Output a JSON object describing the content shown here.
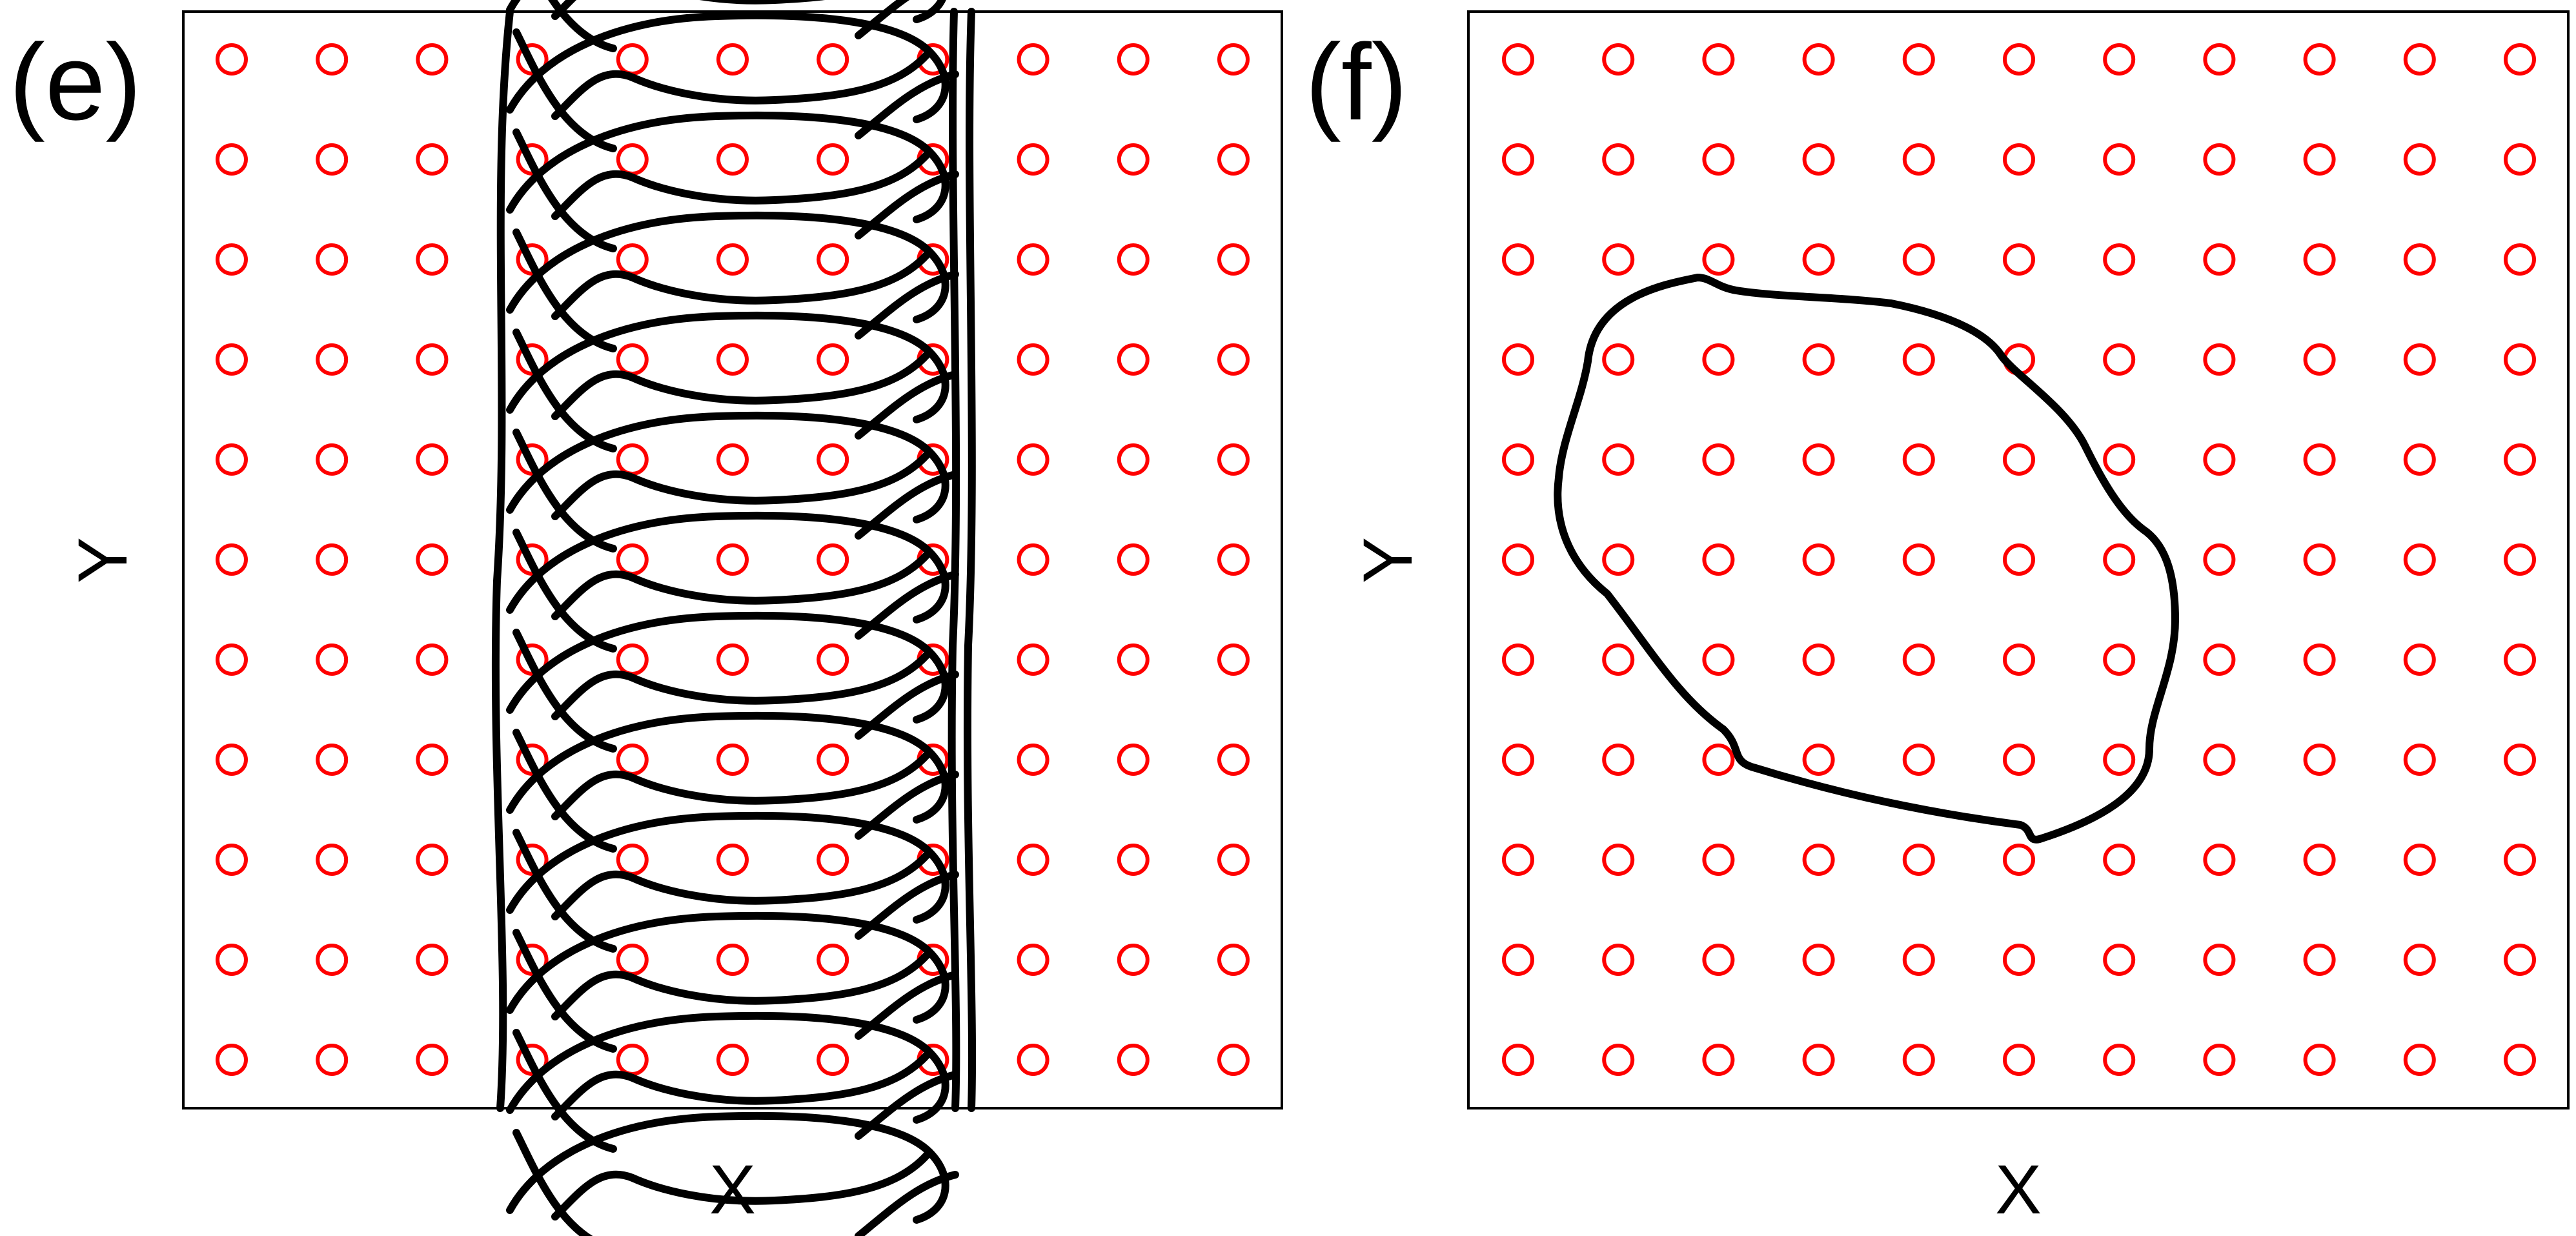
{
  "panels": [
    {
      "id": "e",
      "label": "(e)",
      "xlabel": "X",
      "ylabel": "Y",
      "obstacle_grid": {
        "cols": 11,
        "rows": 11
      }
    },
    {
      "id": "f",
      "label": "(f)",
      "xlabel": "X",
      "ylabel": "Y",
      "obstacle_grid": {
        "cols": 11,
        "rows": 11
      }
    }
  ],
  "colors": {
    "obstacle": "#ff0000",
    "trajectory": "#000000",
    "frame": "#000000"
  }
}
